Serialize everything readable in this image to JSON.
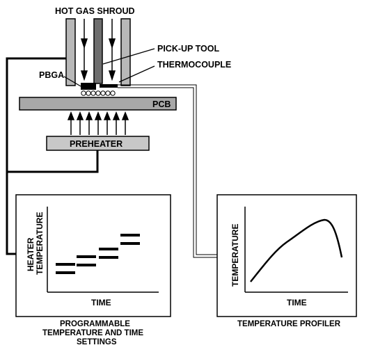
{
  "labels": {
    "hot_gas_shroud": "HOT GAS SHROUD",
    "pickup_tool": "PICK-UP TOOL",
    "thermocouple": "THERMOCOUPLE",
    "pbga": "PBGA",
    "pcb": "PCB",
    "preheater": "PREHEATER"
  },
  "left_panel": {
    "y_label_line1": "HEATER",
    "y_label_line2": "TEMPERATURE",
    "x_label": "TIME",
    "caption_line1": "PROGRAMMABLE",
    "caption_line2": "TEMPERATURE AND TIME",
    "caption_line3": "SETTINGS"
  },
  "right_panel": {
    "y_label": "TEMPERATURE",
    "x_label": "TIME",
    "caption": "TEMPERATURE PROFILER"
  },
  "colors": {
    "shroud_fill": "#b8b8b8",
    "pcb_fill": "#a8a8a8",
    "preheater_fill": "#c8c8c8",
    "pickup_tool_fill": "#6e6e6e",
    "line": "#000000"
  }
}
